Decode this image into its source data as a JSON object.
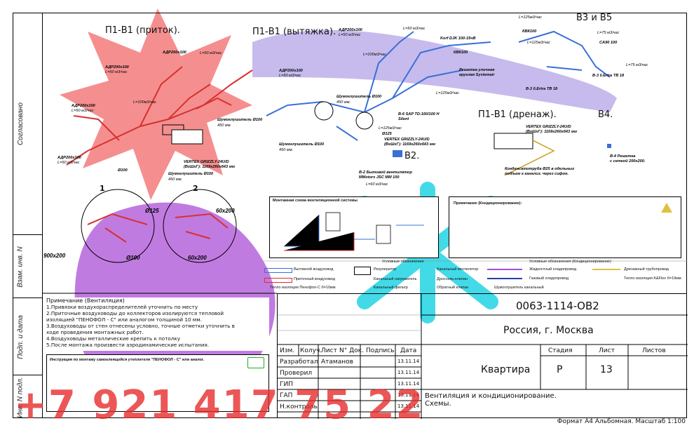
{
  "side_stamps": [
    "Согласовано",
    "Взам. инв. N",
    "Подп. и дата",
    "Инв. N подл."
  ],
  "titles": {
    "p1_in": "П1-В1 (приток).",
    "p1_out": "П1-В1 (вытяжка).",
    "b3b5": "В3 и В5",
    "drain": "П1-В1 (дренаж).",
    "b4": "В4.",
    "b2": "В2."
  },
  "labels": {
    "adr1": "АДР200х100",
    "l50": "L=50 м3/час",
    "l100": "L=100м3/час",
    "d100": "Ø100",
    "d125": "Ø125",
    "vertex": "VERTEX GRIZZLY-24U/D",
    "vertex_dim": "(ВхШхГ): 1169х260х643 мм",
    "muff": "Шумоглушитель Ø100",
    "len450": "450 мм.",
    "korf": "Korf DJK 100-15чВ",
    "kvk": "КВК100",
    "grill": "Решетка уличная\nкруглая Systemair",
    "lam125": "L=125м3/час",
    "lam75": "L=75 м3/час",
    "ca90": "CA90 100",
    "v3": "В-3 0.Ertra TB 18",
    "v4": "В-4 Решетка\nс сеткой 200х200.",
    "v2": "В-2 Бытовой вентилятор\nMMotors JSC MM 100",
    "l60": "L=60 м3/час",
    "v6": "В-6 SAP TD-160/100 H\nSilent",
    "drain_note": "Конденсатотруба Ø25 в одельных\nпод/ьем к канализ. через сифон.",
    "det1": "1",
    "det2": "2",
    "dim900": "900х200",
    "dim60": "60х200",
    "dim60b": "60х200"
  },
  "legend": {
    "items": [
      "Вытяжной воздуховод",
      "Рекуператор",
      "Канальный вентилятор",
      "Приточный воздуховод",
      "Канальный нагреватель",
      "Дроссель-клапан",
      "Тепло изоляция Пенофол-С б=10мм",
      "Канальный фильтр",
      "Обратный клапан"
    ],
    "cond_title": "Условные обозначения (Кондиционирование)",
    "cond_items": [
      "Жидкостный хладопровод",
      "Газовый хладопровод",
      "Шумоглушитель канальный",
      "Дренажный трубопровод",
      "Тепло изоляция K&Flex б=19мм"
    ],
    "vent_title": "Условные обозначения"
  },
  "notes_vent": {
    "title": "Примечание (Вентиляция)",
    "lines": [
      "1.Привязки воздухораспределителей   уточнить по месту",
      "2.Приточные воздуховоды до коллекторов изолируются тепловой",
      "изоляцией \"ПЕНОФОЛ - С\" или аналогом  толщиной  10 мм.",
      "3.Воздуховоды от стен отнесены условно, точные отметки уточнить в",
      "ходе проведения монтажных работ.",
      "4.Воздуховоды  металлические крепить к потолку",
      "5.После монтажа произвести аэродинамические испытания."
    ]
  },
  "notes_cond_title": "Примечание (Кондиционирование):",
  "install_title": "Инструкция по монтажу самоклеящейся утеплителя \"ПЕНОФОЛ - С\" или аналог.",
  "ventbox_title": "Монтажная схема вентиляционной системы",
  "title_block": {
    "code": "0063-1114-ОВ2",
    "location": "Россия, г. Москва",
    "object": "Квартира",
    "sheet_title": "Вентиляция и кондиционирование.\nСхемы.",
    "headers": [
      "Изм.",
      "Колуч.",
      "Лист",
      "N° Док.",
      "Подпись",
      "Дата"
    ],
    "roles": [
      "Разработал",
      "Проверил",
      "ГИП",
      "ГАП",
      "Н.контроль"
    ],
    "author": "Атаманов",
    "dates": [
      "13.11.14",
      "13.11.14",
      "13.11.14",
      "13.11.14",
      "13.11.14"
    ],
    "stage_h": "Стадия",
    "sheet_h": "Лист",
    "sheets_h": "Листов",
    "stage": "Р",
    "sheet": "13",
    "sheets": ""
  },
  "watermark_phone": "+7 921 417 75 22",
  "footer": "Формат А4  Альбомная. Масштаб 1:100",
  "colors": {
    "supply": "#e53030",
    "exhaust": "#3a6fd8",
    "cyan": "#2fd6e6",
    "purple": "#a64dd9",
    "pink_wm": "#f06a6a"
  }
}
